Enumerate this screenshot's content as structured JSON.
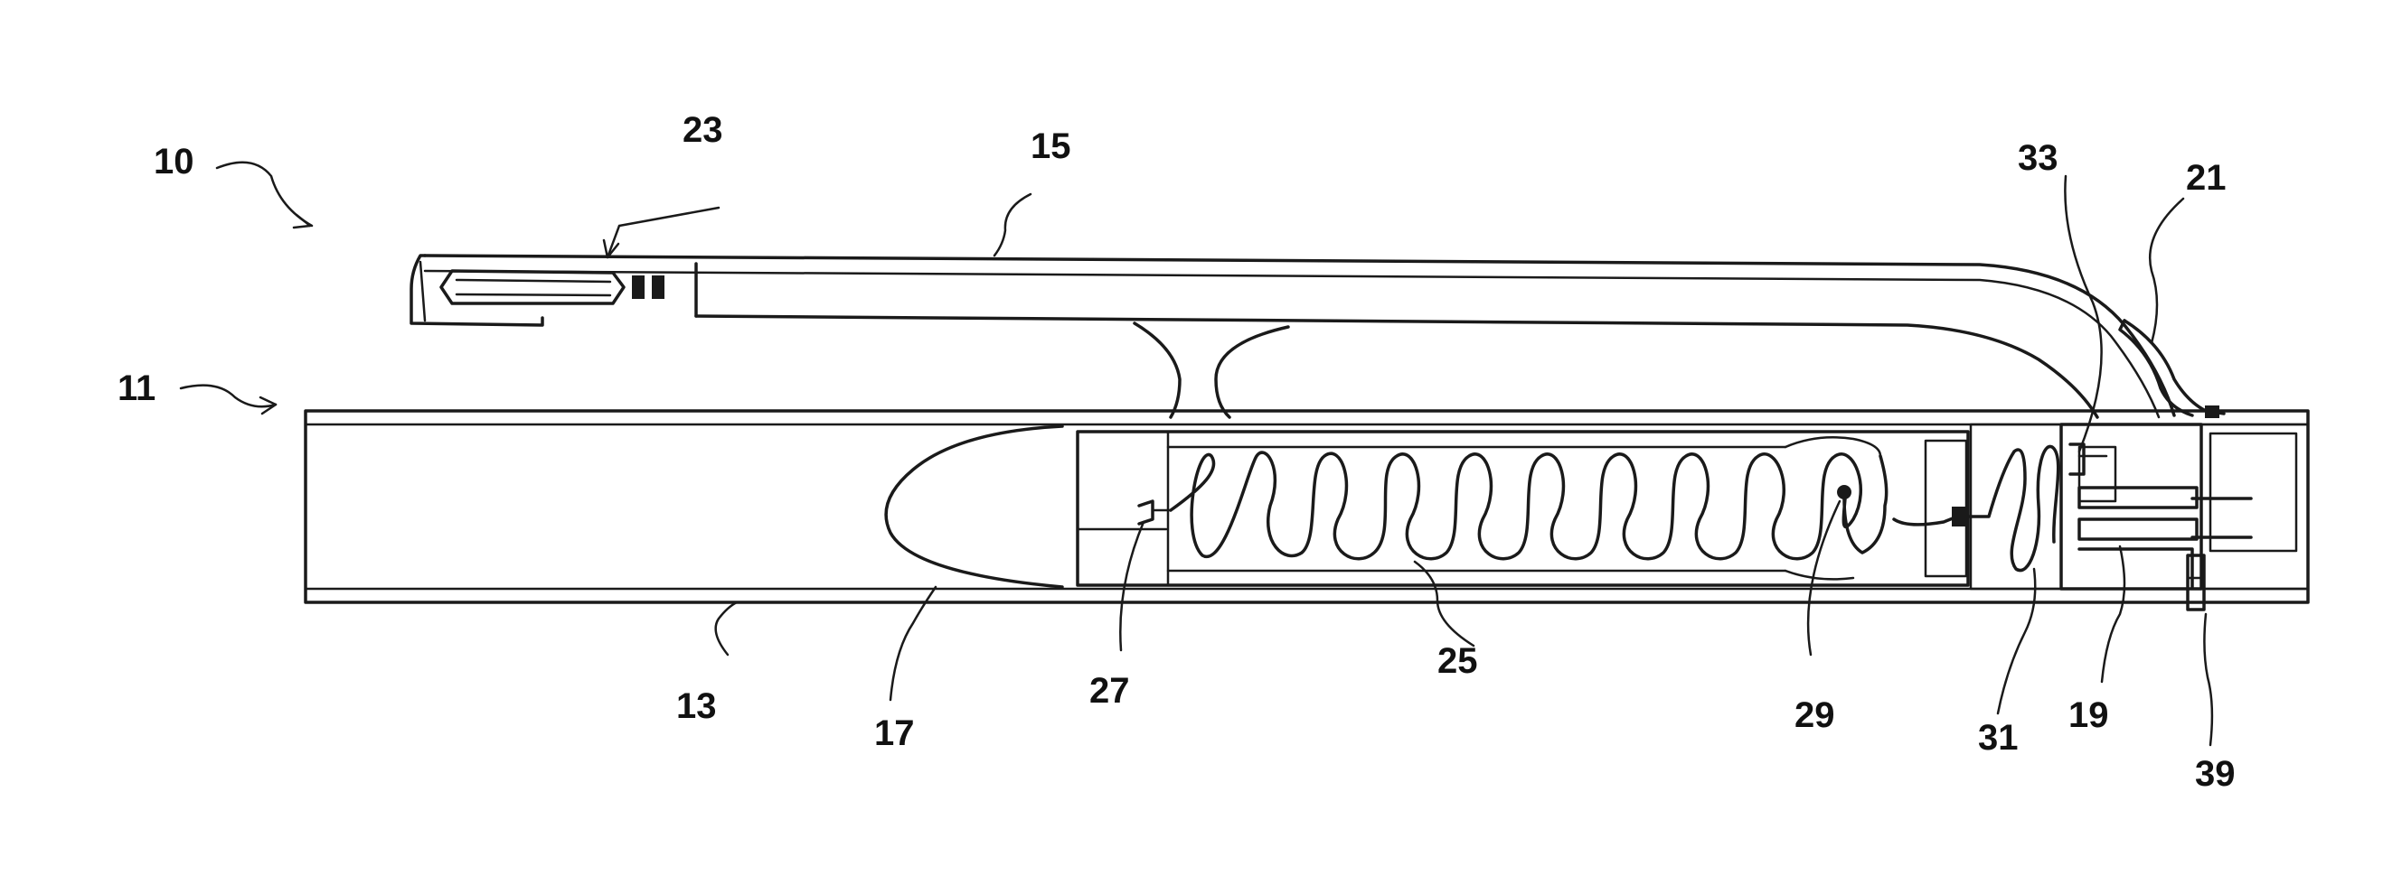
{
  "figure": {
    "reference_numerals": {
      "device": "10",
      "housing_assembly": "11",
      "lower_tube": "13",
      "upper_arm": "15",
      "nose_cone": "17",
      "end_block": "19",
      "lever": "21",
      "arm_tip": "23",
      "coiled_element": "25",
      "left_connector": "27",
      "right_connector": "29",
      "rear_coil": "31",
      "latch_pin": "33",
      "screw": "39"
    }
  }
}
